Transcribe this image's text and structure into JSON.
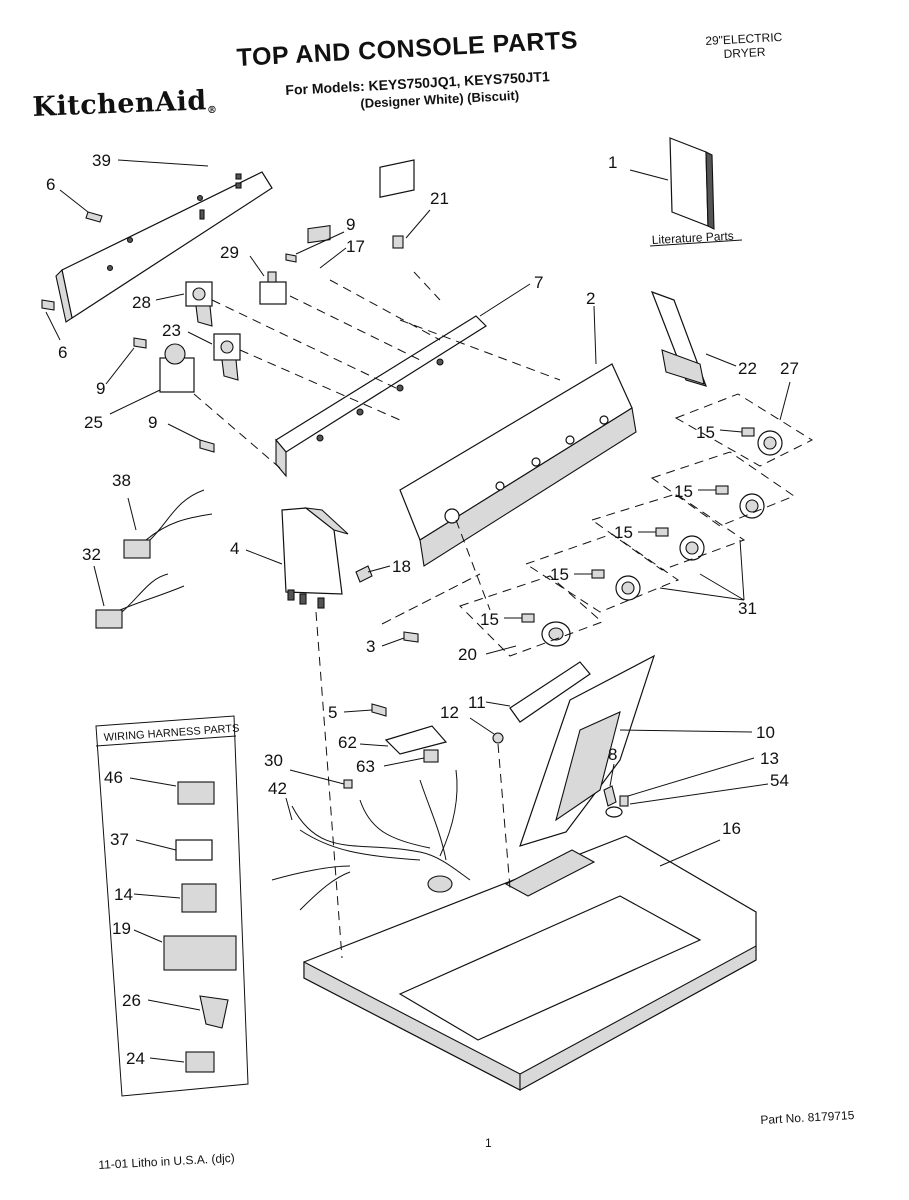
{
  "brand": "KitchenAid",
  "brand_mark": "®",
  "title": "TOP AND CONSOLE PARTS",
  "models_line": "For Models: KEYS750JQ1, KEYS750JT1",
  "variants_line": "(Designer White) (Biscuit)",
  "model_type_line1": "29\"ELECTRIC",
  "model_type_line2": "DRYER",
  "literature_label": "Literature Parts",
  "wiring_box_title": "WIRING HARNESS PARTS",
  "part_number": "Part No. 8179715",
  "page_number": "1",
  "litho": "11-01 Litho in U.S.A. (djc)",
  "callouts": {
    "c39": "39",
    "c6a": "6",
    "c6b": "6",
    "c1": "1",
    "c21": "21",
    "c9a": "9",
    "c17": "17",
    "c29": "29",
    "c28": "28",
    "c7": "7",
    "c2": "2",
    "c22": "22",
    "c27": "27",
    "c23": "23",
    "c9b": "9",
    "c25": "25",
    "c9c": "9",
    "c15a": "15",
    "c15b": "15",
    "c15c": "15",
    "c15d": "15",
    "c15e": "15",
    "c38": "38",
    "c4": "4",
    "c18": "18",
    "c32": "32",
    "c31": "31",
    "c3": "3",
    "c20": "20",
    "c11": "11",
    "c5": "5",
    "c12": "12",
    "c10": "10",
    "c62": "62",
    "c8": "8",
    "c13": "13",
    "c30": "30",
    "c63": "63",
    "c54": "54",
    "c42": "42",
    "c16": "16",
    "c46": "46",
    "c37": "37",
    "c14": "14",
    "c19": "19",
    "c26": "26",
    "c24": "24"
  }
}
